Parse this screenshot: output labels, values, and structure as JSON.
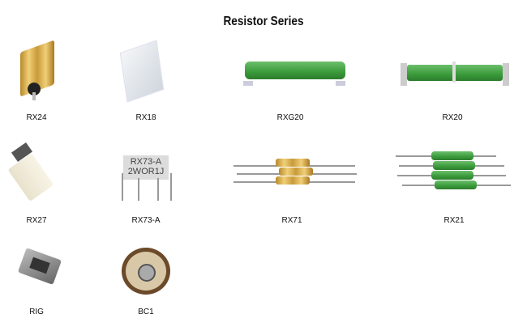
{
  "title": "Resistor Series",
  "products": [
    {
      "name": "RX24"
    },
    {
      "name": "RX18"
    },
    {
      "name": "RXG20"
    },
    {
      "name": "RX20"
    },
    {
      "name": "RX27"
    },
    {
      "name": "RX73-A",
      "marking_line1": "RX73-A",
      "marking_line2": "2WOR1J"
    },
    {
      "name": "RX71"
    },
    {
      "name": "RX21"
    },
    {
      "name": "RIG"
    },
    {
      "name": "BC1"
    }
  ]
}
